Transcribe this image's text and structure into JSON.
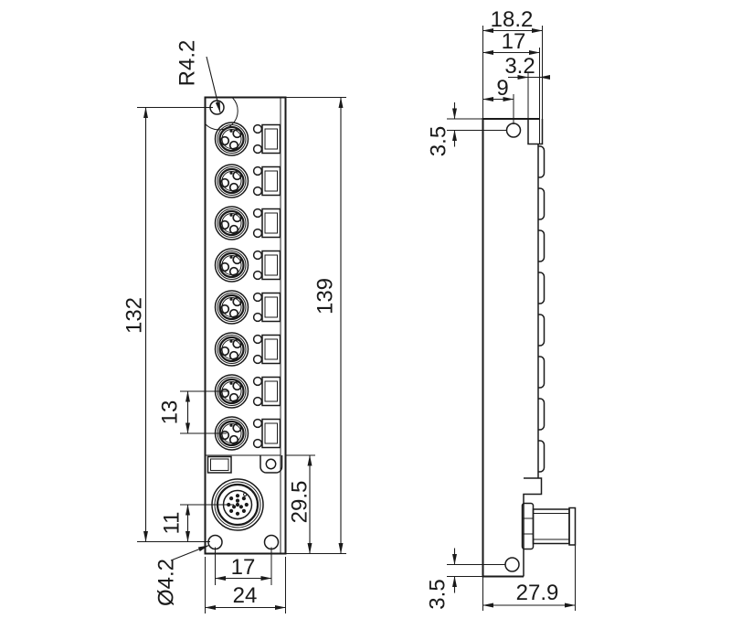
{
  "colors": {
    "background": "#ffffff",
    "line": "#1a1a1a"
  },
  "front_view": {
    "port_count": 8,
    "dims": {
      "corner_radius": "R4.2",
      "mounting_hole_spacing": "132",
      "overall_height": "139",
      "port_pitch": "13",
      "m12_to_hole_offset": "11",
      "bottom_section_height": "29.5",
      "mounting_hole_diameter": "Ø4.2",
      "bottom_hole_spacing": "17",
      "overall_width": "24"
    }
  },
  "side_view": {
    "dims": {
      "overall_depth": "18.2",
      "body_depth": "17",
      "flange_step": "3.2",
      "hole_offset_from_back": "9",
      "top_hole_to_edge": "3.5",
      "bottom_hole_to_edge": "3.5",
      "depth_with_m12": "27.9"
    }
  }
}
